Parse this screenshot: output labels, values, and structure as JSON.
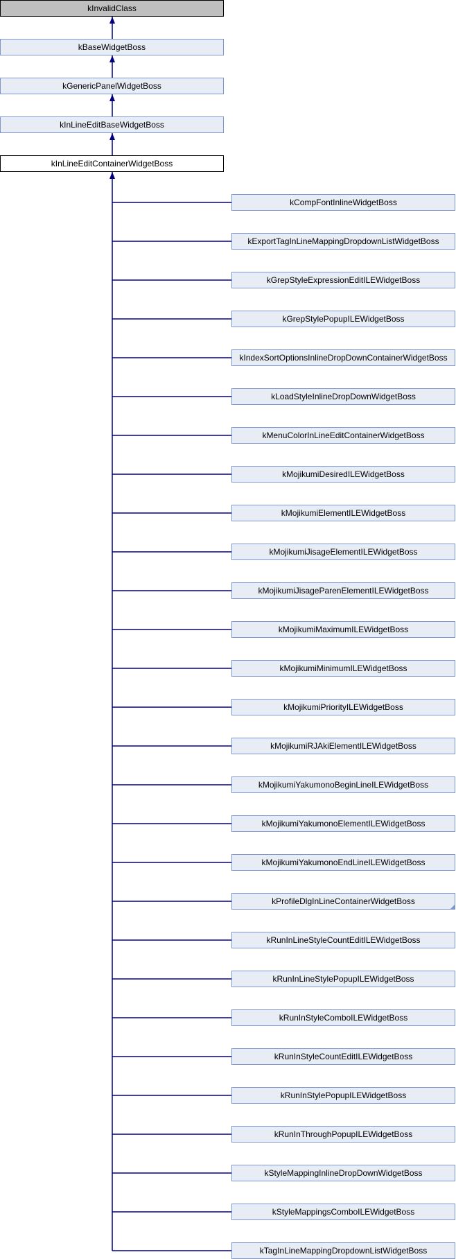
{
  "ancestors": [
    "kInvalidClass",
    "kBaseWidgetBoss",
    "kGenericPanelWidgetBoss",
    "kInLineEditBaseWidgetBoss"
  ],
  "current": "kInLineEditContainerWidgetBoss",
  "children": [
    "kCompFontInlineWidgetBoss",
    "kExportTagInLineMappingDropdownListWidgetBoss",
    "kGrepStyleExpressionEditILEWidgetBoss",
    "kGrepStylePopupILEWidgetBoss",
    "kIndexSortOptionsInlineDropDownContainerWidgetBoss",
    "kLoadStyleInlineDropDownWidgetBoss",
    "kMenuColorInLineEditContainerWidgetBoss",
    "kMojikumiDesiredILEWidgetBoss",
    "kMojikumiElementILEWidgetBoss",
    "kMojikumiJisageElementILEWidgetBoss",
    "kMojikumiJisageParenElementILEWidgetBoss",
    "kMojikumiMaximumILEWidgetBoss",
    "kMojikumiMinimumILEWidgetBoss",
    "kMojikumiPriorityILEWidgetBoss",
    "kMojikumiRJAkiElementILEWidgetBoss",
    "kMojikumiYakumonoBeginLineILEWidgetBoss",
    "kMojikumiYakumonoElementILEWidgetBoss",
    "kMojikumiYakumonoEndLineILEWidgetBoss",
    "kProfileDlgInLineContainerWidgetBoss",
    "kRunInLineStyleCountEditILEWidgetBoss",
    "kRunInLineStylePopupILEWidgetBoss",
    "kRunInStyleComboILEWidgetBoss",
    "kRunInStyleCountEditILEWidgetBoss",
    "kRunInStylePopupILEWidgetBoss",
    "kRunInThroughPopupILEWidgetBoss",
    "kStyleMappingInlineDropDownWidgetBoss",
    "kStyleMappingsComboILEWidgetBoss",
    "kTagInLineMappingDropdownListWidgetBoss"
  ],
  "truncated_child_index": 18,
  "colors": {
    "edge": "#000080",
    "box_fill": "#e8ecf5",
    "box_border": "#7c95cc",
    "root_fill": "#bfbfbf"
  }
}
